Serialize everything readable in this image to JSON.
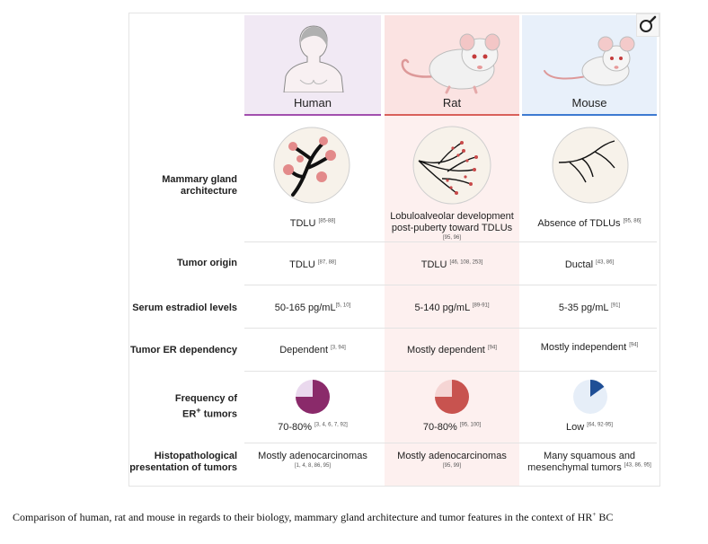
{
  "columns": [
    {
      "name": "Human",
      "color": "#a24fae"
    },
    {
      "name": "Rat",
      "color": "#d9605a"
    },
    {
      "name": "Mouse",
      "color": "#3d7ad1"
    }
  ],
  "rows": {
    "architecture": {
      "label_line1": "Mammary gland",
      "label_line2": "architecture",
      "human": {
        "text": "TDLU",
        "ref": "[85-88]"
      },
      "rat": {
        "line1": "Lobuloalveolar development",
        "line2": "post-puberty toward TDLUs",
        "ref": "[95, 96]"
      },
      "mouse": {
        "text": "Absence of TDLUs",
        "ref": "[95, 86]"
      }
    },
    "tumor_origin": {
      "label": "Tumor origin",
      "human": {
        "text": "TDLU",
        "ref": "[87, 88]"
      },
      "rat": {
        "text": "TDLU",
        "ref": "[46, 108, 253]"
      },
      "mouse": {
        "text": "Ductal",
        "ref": "[43, 86]"
      }
    },
    "estradiol": {
      "label": "Serum estradiol levels",
      "human": {
        "text": "50-165 pg/mL",
        "ref": "[5, 10]"
      },
      "rat": {
        "text": "5-140 pg/mL",
        "ref": "[89-91]"
      },
      "mouse": {
        "text": "5-35 pg/mL",
        "ref": "[91]"
      }
    },
    "er_dependency": {
      "label": "Tumor ER dependency",
      "human": {
        "text": "Dependent",
        "ref": "[3, 94]"
      },
      "rat": {
        "text": "Mostly dependent",
        "ref": "[94]"
      },
      "mouse": {
        "text": "Mostly independent",
        "ref": "[94]"
      }
    },
    "frequency": {
      "label_line1": "Frequency of",
      "label_line2a": "ER",
      "label_sup": "+",
      "label_line2b": " tumors",
      "human": {
        "text": "70-80%",
        "ref": "[3, 4, 6, 7, 92]",
        "fraction": 0.75
      },
      "rat": {
        "text": "70-80%",
        "ref": "[95, 100]",
        "fraction": 0.75
      },
      "mouse": {
        "text": "Low",
        "ref": "[64, 92-95]",
        "fraction": 0.15
      }
    },
    "histopathology": {
      "label_line1": "Histopathological",
      "label_line2": "presentation of tumors",
      "human": {
        "text": "Mostly adenocarcinomas",
        "ref": "[1, 4, 8, 86, 95]"
      },
      "rat": {
        "text": "Mostly adenocarcinomas",
        "ref": "[95, 99]"
      },
      "mouse": {
        "line1": "Many squamous and",
        "line2": "mesenchymal tumors",
        "ref": "[43, 86, 95]"
      }
    }
  },
  "caption": {
    "before": "Comparison of human, rat and mouse in regards to their biology, mammary gland architecture and tumor features in the context of HR",
    "sup": "+",
    "after": " BC"
  },
  "icons": [
    "zoom-magnifier-icon",
    "human-icon",
    "rat-icon",
    "mouse-icon"
  ]
}
